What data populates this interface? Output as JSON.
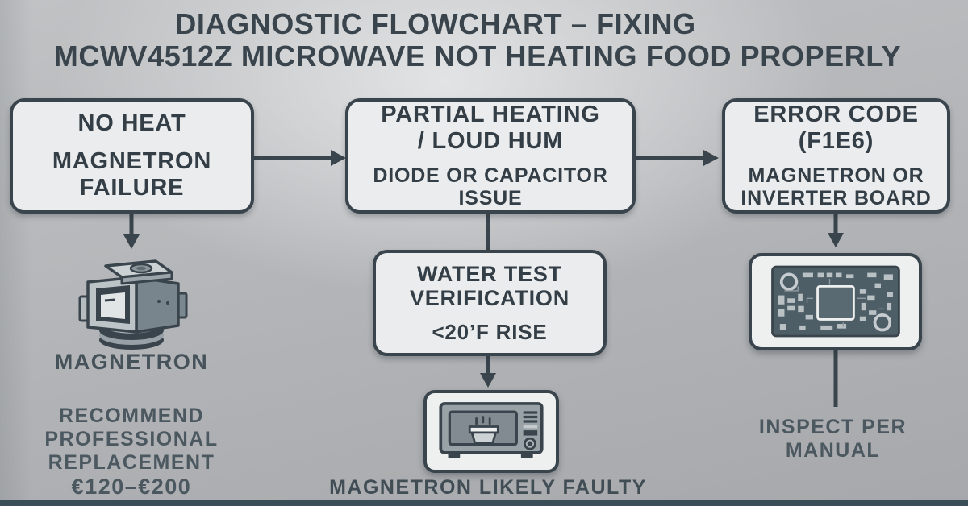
{
  "colors": {
    "background": "#b3b5b8",
    "box_fill": "#ebeced",
    "box_border": "#39444c",
    "primary_text": "#333e46",
    "secondary_text": "#4c5860",
    "connector": "#39444c",
    "footer_bar": "#3a4e57"
  },
  "title": {
    "line1": "DIAGNOSTIC FLOWCHART – FIXING",
    "line2": "MCWV4512Z MICROWAVE NOT HEATING FOOD PROPERLY"
  },
  "flowchart": {
    "no_heat_box": {
      "symptom": "NO HEAT",
      "cause_line1": "MAGNETRON",
      "cause_line2": "FAILURE"
    },
    "partial_heating_box": {
      "symptom_line1": "PARTIAL HEATING",
      "symptom_line2": "/ LOUD HUM",
      "cause_line1": "DIODE OR CAPACITOR",
      "cause_line2": "ISSUE"
    },
    "error_code_box": {
      "symptom_line1": "ERROR CODE",
      "symptom_line2": "(F1E6)",
      "cause_line1": "MAGNETRON OR",
      "cause_line2": "INVERTER BOARD"
    },
    "water_test_box": {
      "title_line1": "WATER TEST",
      "title_line2": "VERIFICATION",
      "criterion": "<20’F RISE"
    }
  },
  "annotations": {
    "magnetron_label": "MAGNETRON",
    "recommendation_line1": "RECOMMEND",
    "recommendation_line2": "PROFESSIONAL",
    "recommendation_line3": "REPLACEMENT",
    "price_range": "€120–€200",
    "water_test_result": "MAGNETRON LIKELY FAULTY",
    "error_code_action_line1": "INSPECT PER",
    "error_code_action_line2": "MANUAL"
  },
  "icons": {
    "magnetron": "magnetron-component-icon",
    "microwave": "microwave-oven-icon",
    "circuit_board": "inverter-control-board-icon"
  }
}
